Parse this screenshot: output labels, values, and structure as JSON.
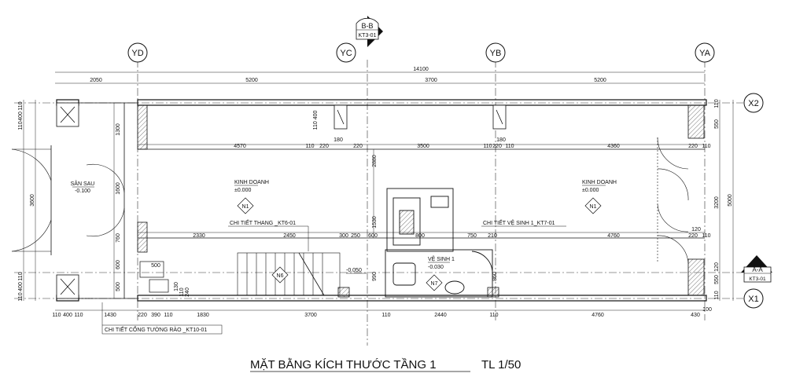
{
  "title": "MẶT BẰNG KÍCH THƯỚC TẦNG 1",
  "scale": "TL 1/50",
  "grid": {
    "yd": "YD",
    "yc": "YC",
    "yb": "YB",
    "ya": "YA",
    "x1": "X1",
    "x2": "X2"
  },
  "section_top": {
    "name": "B-B",
    "sheet": "KT3-01"
  },
  "section_right": {
    "name": "A-A",
    "sheet": "KT3-01"
  },
  "rooms": {
    "san_sau": {
      "name": "SÂN SAU",
      "level": "-0.100"
    },
    "kd_left": {
      "name": "KINH DOANH",
      "level": "±0.000",
      "tag": "N1"
    },
    "kd_right": {
      "name": "KINH DOANH",
      "level": "±0.000",
      "tag": "N1"
    },
    "ve_sinh": {
      "name": "VỆ SINH 1",
      "level": "-0.030",
      "tag": "N7"
    },
    "stair": {
      "level": "-0.050",
      "tag": "N6"
    }
  },
  "notes": {
    "stair": "CHI TIẾT THANG _KT6-01",
    "wc": "CHI TIẾT VỆ SINH 1_KT7-01",
    "fence": "CHI TIẾT CỔNG TƯỜNG RÀO _KT10-01"
  },
  "dims": {
    "total": "14100",
    "top": [
      "2050",
      "5200",
      "3700",
      "5200"
    ],
    "r2": [
      "4570",
      "3500",
      "4360"
    ],
    "r2_small": [
      "110",
      "220",
      "180",
      "220",
      "110",
      "180",
      "220",
      "110",
      "220",
      "110"
    ],
    "r4": [
      "2330",
      "2450",
      "300",
      "250",
      "600",
      "800",
      "750",
      "210",
      "4760",
      "120",
      "220",
      "110"
    ],
    "bottom": [
      "110",
      "400",
      "110",
      "1430",
      "220",
      "390",
      "110",
      "1830",
      "3700",
      "110",
      "2440",
      "110",
      "4760",
      "430",
      "100"
    ],
    "left": [
      "110",
      "400",
      "110",
      "1300",
      "1600",
      "3600",
      "760",
      "600",
      "500",
      "110",
      "400",
      "110"
    ],
    "right": [
      "110",
      "550",
      "3200",
      "5000",
      "550",
      "110",
      "120"
    ],
    "misc": [
      "110 400",
      "2880",
      "1530",
      "990",
      "860",
      "500",
      "130",
      "110",
      "240"
    ]
  }
}
